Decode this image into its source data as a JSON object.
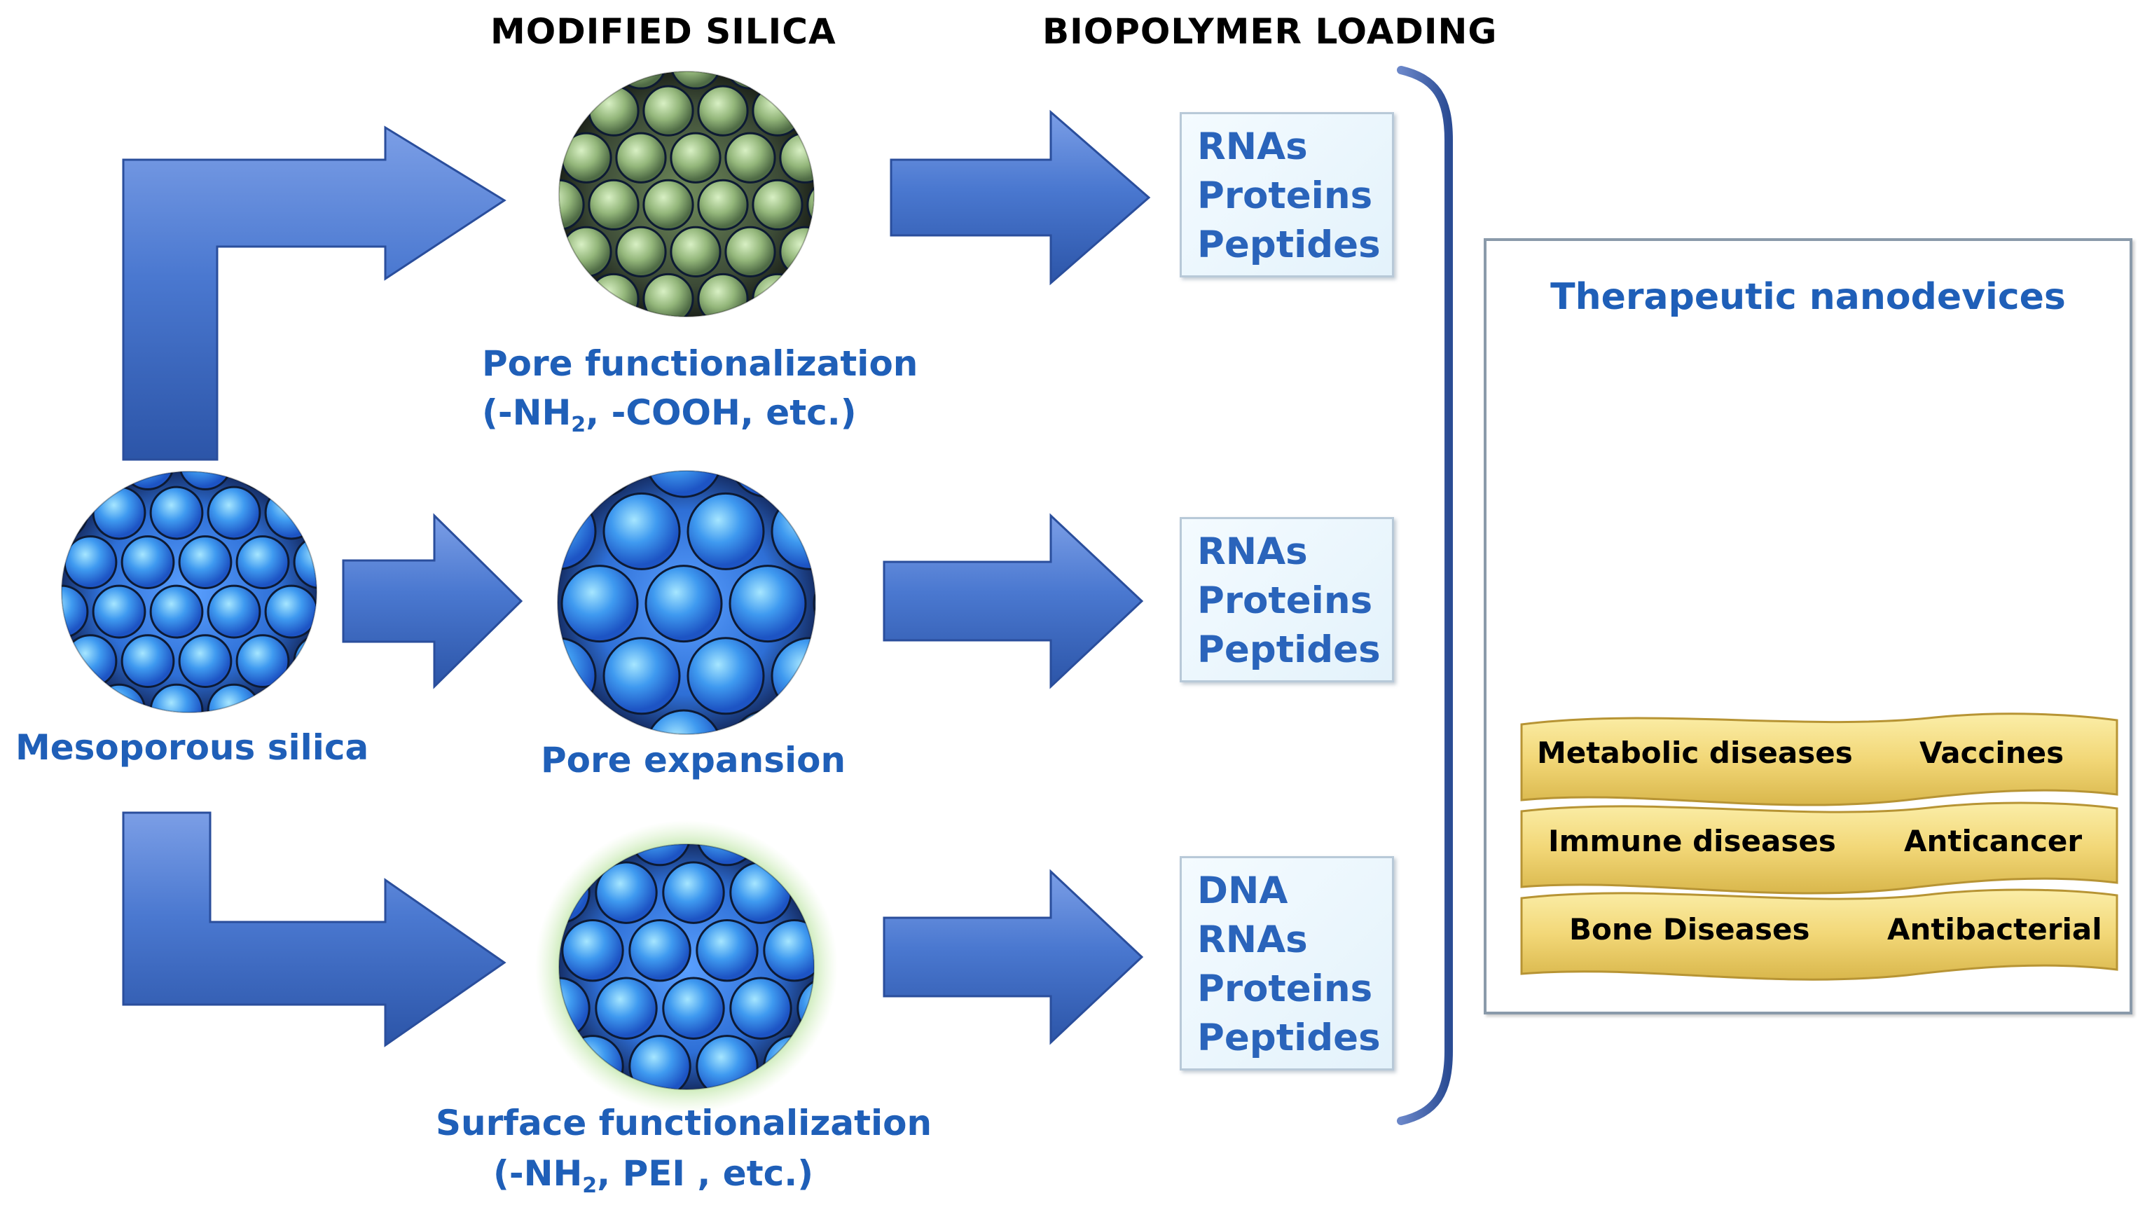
{
  "headers": {
    "modified_silica": "MODIFIED SILICA",
    "biopolymer_loading": "BIOPOLYMER LOADING"
  },
  "labels": {
    "mesoporous_silica": "Mesoporous silica",
    "pore_functionalization": "Pore functionalization",
    "pore_functionalization_groups": {
      "a": "(-NH",
      "sub": "2",
      "b": ", -COOH, etc.)"
    },
    "pore_expansion": "Pore expansion",
    "surface_functionalization": "Surface functionalization",
    "surface_functionalization_groups": {
      "a": "(-NH",
      "sub": "2",
      "b": ", PEI , etc.)"
    }
  },
  "loading_boxes": [
    {
      "items": [
        "RNAs",
        "Proteins",
        "Peptides"
      ]
    },
    {
      "items": [
        "RNAs",
        "Proteins",
        "Peptides"
      ]
    },
    {
      "items": [
        "DNA",
        "RNAs",
        "Proteins",
        "Peptides"
      ]
    }
  ],
  "therapeutic": {
    "title": "Therapeutic nanodevices",
    "rows": [
      {
        "left": "Metabolic diseases",
        "right": "Vaccines"
      },
      {
        "left": "Immune diseases",
        "right": "Anticancer"
      },
      {
        "left": "Bone Diseases",
        "right": "Antibacterial"
      }
    ]
  },
  "colors": {
    "arrow_blue": "#4a78d0",
    "label_blue": "#1f5fb8",
    "ribbon_gold": "#f2d777",
    "star_gold": "#e0b93a"
  },
  "icons": [
    "right-arrow-icon",
    "elbow-arrow-icon",
    "bracket-icon",
    "star-icon"
  ]
}
